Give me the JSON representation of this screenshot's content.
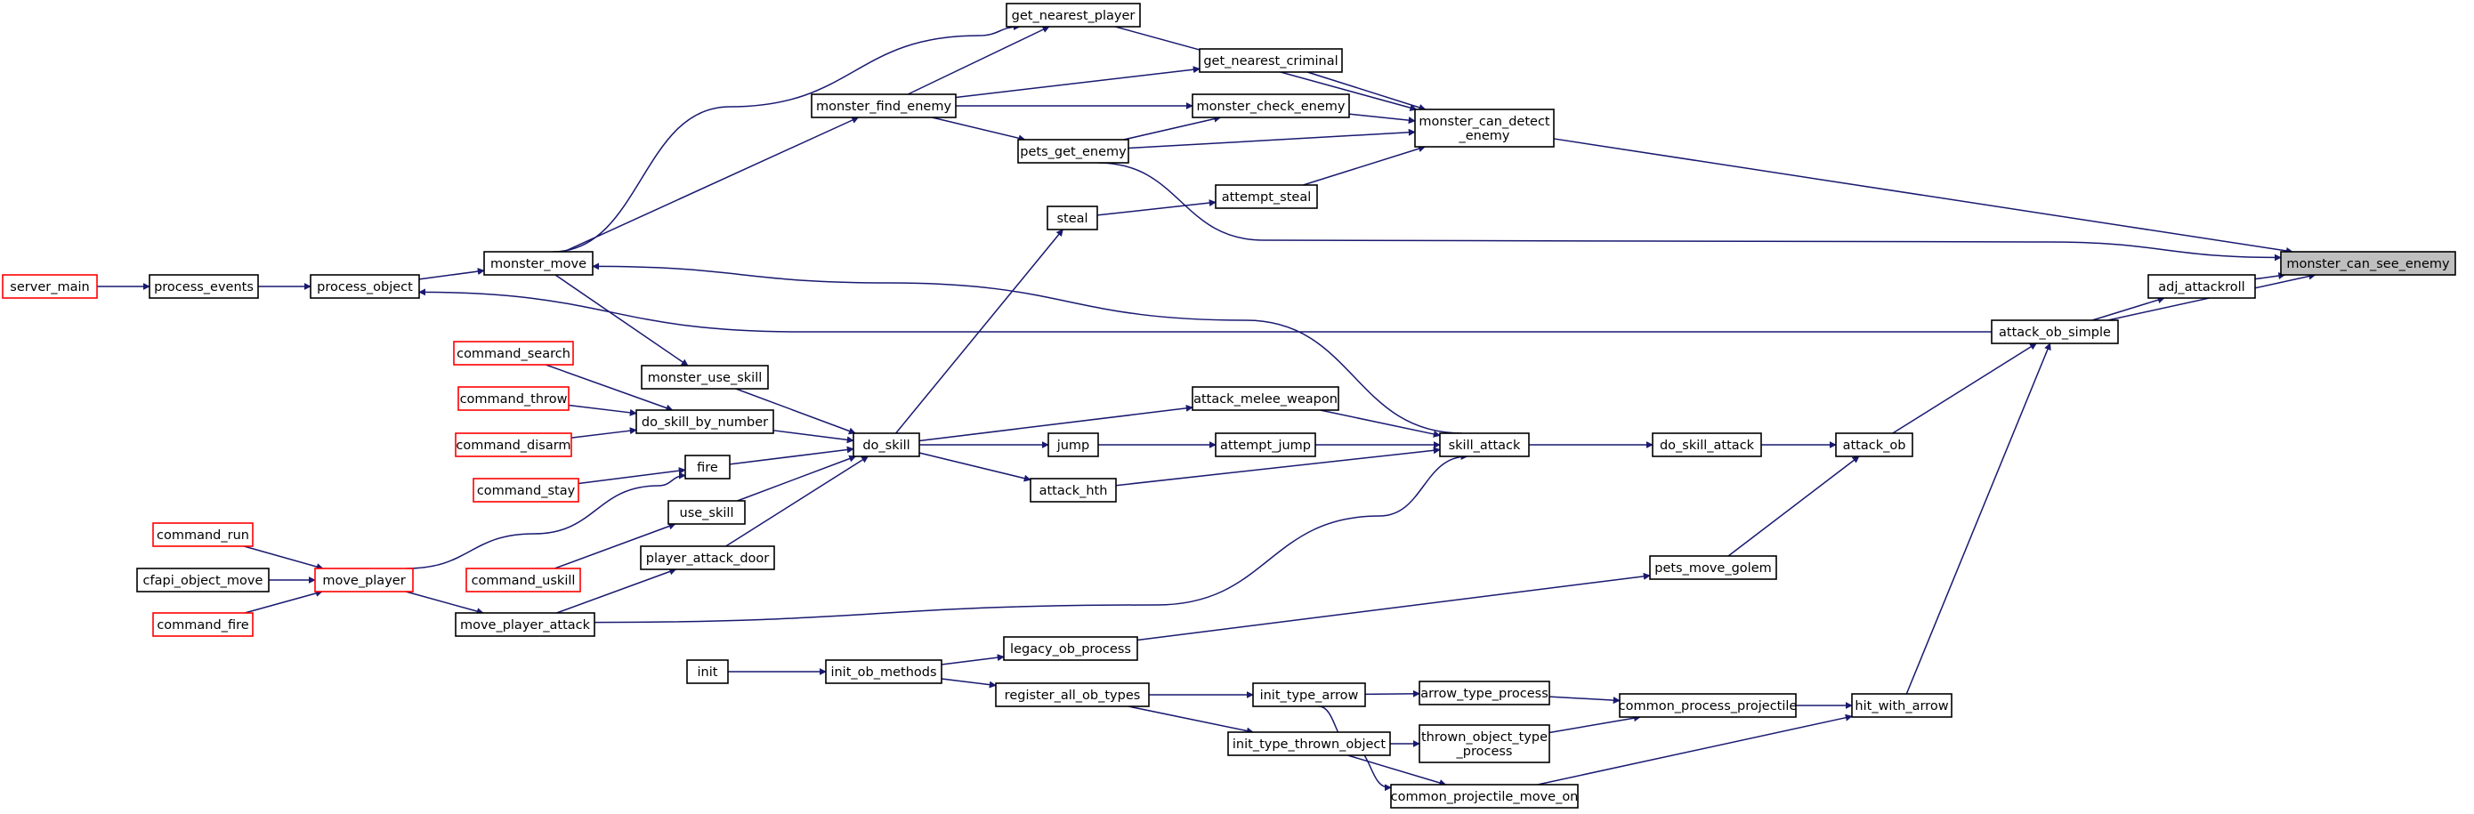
{
  "colors": {
    "edge": "#191970",
    "node_border": "#000000",
    "truncated_border": "#ff0000",
    "root_fill": "#bfbfbf",
    "background": "#ffffff"
  },
  "nodes": [
    {
      "id": "monster_can_see_enemy",
      "lines": [
        "monster_can_see_enemy"
      ],
      "root": true
    },
    {
      "id": "adj_attackroll",
      "lines": [
        "adj_attackroll"
      ]
    },
    {
      "id": "attack_ob_simple",
      "lines": [
        "attack_ob_simple"
      ]
    },
    {
      "id": "monster_can_detect_enemy",
      "lines": [
        "monster_can_detect",
        "_enemy"
      ]
    },
    {
      "id": "get_nearest_player",
      "lines": [
        "get_nearest_player"
      ]
    },
    {
      "id": "get_nearest_criminal",
      "lines": [
        "get_nearest_criminal"
      ]
    },
    {
      "id": "monster_check_enemy",
      "lines": [
        "monster_check_enemy"
      ]
    },
    {
      "id": "monster_find_enemy",
      "lines": [
        "monster_find_enemy"
      ]
    },
    {
      "id": "pets_get_enemy",
      "lines": [
        "pets_get_enemy"
      ]
    },
    {
      "id": "attempt_steal",
      "lines": [
        "attempt_steal"
      ]
    },
    {
      "id": "steal",
      "lines": [
        "steal"
      ]
    },
    {
      "id": "monster_move",
      "lines": [
        "monster_move"
      ]
    },
    {
      "id": "process_object",
      "lines": [
        "process_object"
      ]
    },
    {
      "id": "process_events",
      "lines": [
        "process_events"
      ]
    },
    {
      "id": "server_main",
      "lines": [
        "server_main"
      ],
      "truncated": true
    },
    {
      "id": "attack_ob",
      "lines": [
        "attack_ob"
      ]
    },
    {
      "id": "do_skill_attack",
      "lines": [
        "do_skill_attack"
      ]
    },
    {
      "id": "skill_attack",
      "lines": [
        "skill_attack"
      ]
    },
    {
      "id": "attack_melee_weapon",
      "lines": [
        "attack_melee_weapon"
      ]
    },
    {
      "id": "attempt_jump",
      "lines": [
        "attempt_jump"
      ]
    },
    {
      "id": "jump",
      "lines": [
        "jump"
      ]
    },
    {
      "id": "attack_hth",
      "lines": [
        "attack_hth"
      ]
    },
    {
      "id": "do_skill",
      "lines": [
        "do_skill"
      ]
    },
    {
      "id": "monster_use_skill",
      "lines": [
        "monster_use_skill"
      ]
    },
    {
      "id": "do_skill_by_number",
      "lines": [
        "do_skill_by_number"
      ]
    },
    {
      "id": "command_search",
      "lines": [
        "command_search"
      ],
      "truncated": true
    },
    {
      "id": "command_throw",
      "lines": [
        "command_throw"
      ],
      "truncated": true
    },
    {
      "id": "command_disarm",
      "lines": [
        "command_disarm"
      ],
      "truncated": true
    },
    {
      "id": "fire",
      "lines": [
        "fire"
      ]
    },
    {
      "id": "command_stay",
      "lines": [
        "command_stay"
      ],
      "truncated": true
    },
    {
      "id": "use_skill",
      "lines": [
        "use_skill"
      ]
    },
    {
      "id": "command_uskill",
      "lines": [
        "command_uskill"
      ],
      "truncated": true
    },
    {
      "id": "player_attack_door",
      "lines": [
        "player_attack_door"
      ]
    },
    {
      "id": "move_player_attack",
      "lines": [
        "move_player_attack"
      ]
    },
    {
      "id": "move_player",
      "lines": [
        "move_player"
      ],
      "truncated": true
    },
    {
      "id": "command_run",
      "lines": [
        "command_run"
      ],
      "truncated": true
    },
    {
      "id": "cfapi_object_move",
      "lines": [
        "cfapi_object_move"
      ]
    },
    {
      "id": "command_fire",
      "lines": [
        "command_fire"
      ],
      "truncated": true
    },
    {
      "id": "pets_move_golem",
      "lines": [
        "pets_move_golem"
      ]
    },
    {
      "id": "legacy_ob_process",
      "lines": [
        "legacy_ob_process"
      ]
    },
    {
      "id": "init_ob_methods",
      "lines": [
        "init_ob_methods"
      ]
    },
    {
      "id": "init",
      "lines": [
        "init"
      ]
    },
    {
      "id": "register_all_ob_types",
      "lines": [
        "register_all_ob_types"
      ]
    },
    {
      "id": "init_type_arrow",
      "lines": [
        "init_type_arrow"
      ]
    },
    {
      "id": "init_type_thrown_object",
      "lines": [
        "init_type_thrown_object"
      ]
    },
    {
      "id": "arrow_type_process",
      "lines": [
        "arrow_type_process"
      ]
    },
    {
      "id": "thrown_object_type_process",
      "lines": [
        "thrown_object_type",
        "_process"
      ]
    },
    {
      "id": "common_process_projectile",
      "lines": [
        "common_process_projectile"
      ]
    },
    {
      "id": "hit_with_arrow",
      "lines": [
        "hit_with_arrow"
      ]
    },
    {
      "id": "common_projectile_move_on",
      "lines": [
        "common_projectile_move_on"
      ]
    }
  ],
  "edges": [
    [
      "adj_attackroll",
      "monster_can_see_enemy"
    ],
    [
      "attack_ob_simple",
      "monster_can_see_enemy"
    ],
    [
      "monster_can_detect_enemy",
      "monster_can_see_enemy"
    ],
    [
      "pets_get_enemy",
      "monster_can_see_enemy"
    ],
    [
      "attack_ob_simple",
      "adj_attackroll"
    ],
    [
      "attack_ob",
      "attack_ob_simple"
    ],
    [
      "hit_with_arrow",
      "attack_ob_simple"
    ],
    [
      "attack_ob_simple",
      "process_object"
    ],
    [
      "get_nearest_player",
      "monster_can_detect_enemy"
    ],
    [
      "get_nearest_criminal",
      "monster_can_detect_enemy"
    ],
    [
      "monster_check_enemy",
      "monster_can_detect_enemy"
    ],
    [
      "pets_get_enemy",
      "monster_can_detect_enemy"
    ],
    [
      "attempt_steal",
      "monster_can_detect_enemy"
    ],
    [
      "monster_find_enemy",
      "get_nearest_player"
    ],
    [
      "monster_move",
      "get_nearest_player"
    ],
    [
      "monster_find_enemy",
      "get_nearest_criminal"
    ],
    [
      "monster_find_enemy",
      "monster_check_enemy"
    ],
    [
      "pets_get_enemy",
      "monster_check_enemy"
    ],
    [
      "monster_move",
      "monster_find_enemy"
    ],
    [
      "monster_find_enemy",
      "pets_get_enemy"
    ],
    [
      "steal",
      "attempt_steal"
    ],
    [
      "do_skill",
      "steal"
    ],
    [
      "process_object",
      "monster_move"
    ],
    [
      "skill_attack",
      "monster_move"
    ],
    [
      "process_events",
      "process_object"
    ],
    [
      "server_main",
      "process_events"
    ],
    [
      "do_skill_attack",
      "attack_ob"
    ],
    [
      "pets_move_golem",
      "attack_ob"
    ],
    [
      "skill_attack",
      "do_skill_attack"
    ],
    [
      "attack_melee_weapon",
      "skill_attack"
    ],
    [
      "attempt_jump",
      "skill_attack"
    ],
    [
      "attack_hth",
      "skill_attack"
    ],
    [
      "move_player_attack",
      "skill_attack"
    ],
    [
      "do_skill",
      "attack_melee_weapon"
    ],
    [
      "jump",
      "attempt_jump"
    ],
    [
      "do_skill",
      "jump"
    ],
    [
      "do_skill",
      "attack_hth"
    ],
    [
      "monster_use_skill",
      "do_skill"
    ],
    [
      "do_skill_by_number",
      "do_skill"
    ],
    [
      "fire",
      "do_skill"
    ],
    [
      "use_skill",
      "do_skill"
    ],
    [
      "player_attack_door",
      "do_skill"
    ],
    [
      "monster_move",
      "monster_use_skill"
    ],
    [
      "command_search",
      "do_skill_by_number"
    ],
    [
      "command_throw",
      "do_skill_by_number"
    ],
    [
      "command_disarm",
      "do_skill_by_number"
    ],
    [
      "command_stay",
      "fire"
    ],
    [
      "move_player",
      "fire"
    ],
    [
      "command_uskill",
      "use_skill"
    ],
    [
      "move_player_attack",
      "player_attack_door"
    ],
    [
      "move_player",
      "move_player_attack"
    ],
    [
      "command_run",
      "move_player"
    ],
    [
      "cfapi_object_move",
      "move_player"
    ],
    [
      "command_fire",
      "move_player"
    ],
    [
      "legacy_ob_process",
      "pets_move_golem"
    ],
    [
      "init_ob_methods",
      "legacy_ob_process"
    ],
    [
      "init",
      "init_ob_methods"
    ],
    [
      "init_ob_methods",
      "register_all_ob_types"
    ],
    [
      "register_all_ob_types",
      "init_type_arrow"
    ],
    [
      "register_all_ob_types",
      "init_type_thrown_object"
    ],
    [
      "init_type_arrow",
      "arrow_type_process"
    ],
    [
      "init_type_arrow",
      "common_projectile_move_on"
    ],
    [
      "init_type_thrown_object",
      "thrown_object_type_process"
    ],
    [
      "init_type_thrown_object",
      "common_projectile_move_on"
    ],
    [
      "arrow_type_process",
      "common_process_projectile"
    ],
    [
      "thrown_object_type_process",
      "common_process_projectile"
    ],
    [
      "common_process_projectile",
      "hit_with_arrow"
    ],
    [
      "common_projectile_move_on",
      "hit_with_arrow"
    ]
  ]
}
